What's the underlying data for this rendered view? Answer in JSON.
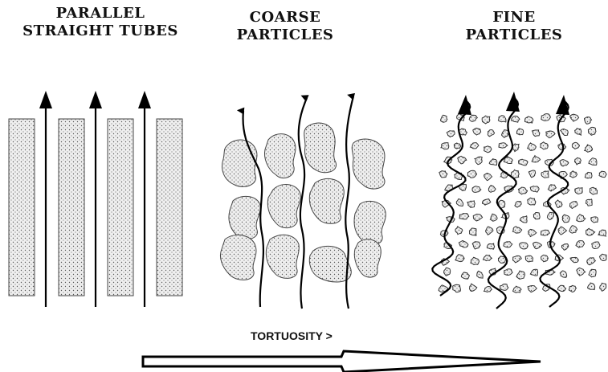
{
  "panels": [
    {
      "title_lines": [
        "PARALLEL",
        "STRAIGHT TUBES"
      ]
    },
    {
      "title_lines": [
        "COARSE",
        "PARTICLES"
      ]
    },
    {
      "title_lines": [
        "FINE",
        "PARTICLES"
      ]
    }
  ],
  "tortuosity_label": "TORTUOSITY >"
}
